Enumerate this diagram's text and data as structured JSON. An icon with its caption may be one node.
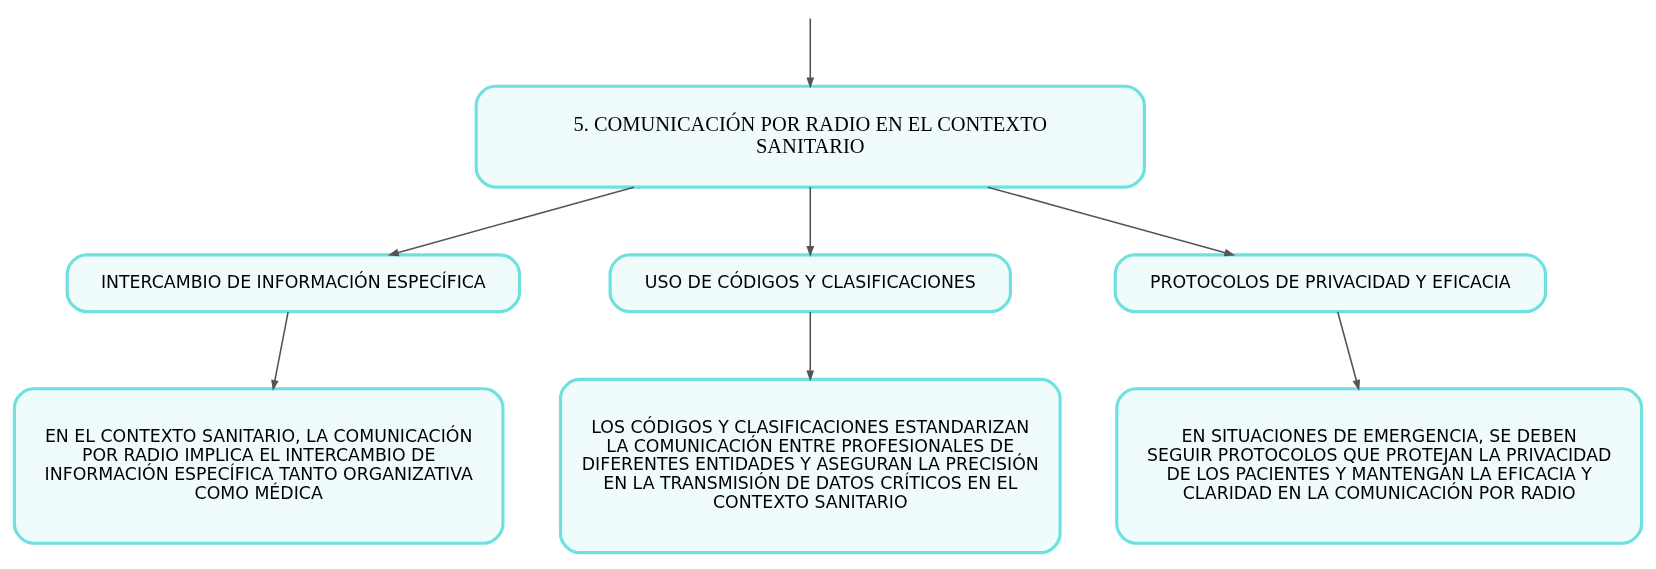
{
  "diagram": {
    "nodes": [
      {
        "text": [
          "5. COMUNICACIÓN POR RADIO EN EL CONTEXTO SANITARIO"
        ]
      },
      {
        "text": [
          "INTERCAMBIO DE INFORMACIÓN ESPECÍFICA"
        ]
      },
      {
        "text": [
          "USO DE CÓDIGOS Y CLASIFICACIONES"
        ]
      },
      {
        "text": [
          "PROTOCOLOS DE PRIVACIDAD Y EFICACIA"
        ]
      },
      {
        "text": [
          "EN EL CONTEXTO SANITARIO, LA COMUNICACIÓN POR RADIO IMPLICA EL INTERCAMBIO DE INFORMACIÓN ESPECÍFICA TANTO ORGANIZATIVA COMO MÉDICA"
        ]
      },
      {
        "text": [
          "LOS CÓDIGOS Y CLASIFICACIONES ESTANDARIZAN LA COMUNICACIÓN ENTRE PROFESIONALES DE DIFERENTES ENTIDADES Y ASEGURAN LA PRECISIÓN EN LA TRANSMISIÓN DE DATOS CRÍTICOS EN EL CONTEXTO SANITARIO"
        ]
      },
      {
        "text": [
          "EN SITUACIONES DE EMERGENCIA, SE DEBEN SEGUIR PROTOCOLOS QUE PROTEJAN LA PRIVACIDAD DE LOS PACIENTES Y MANTENGAN LA EFICACIA Y CLARIDAD EN LA COMUNICACIÓN POR RADIO"
        ]
      }
    ],
    "edges": [
      {
        "from": null,
        "to": 0,
        "arrow": "to"
      },
      {
        "from": 0,
        "to": 1,
        "arrow": "to"
      },
      {
        "from": 0,
        "to": 2,
        "arrow": "to"
      },
      {
        "from": 0,
        "to": 3,
        "arrow": "to"
      },
      {
        "from": 1,
        "to": 4,
        "arrow": "to"
      },
      {
        "from": 2,
        "to": 5,
        "arrow": "to"
      },
      {
        "from": 3,
        "to": 6,
        "arrow": "to"
      }
    ]
  }
}
